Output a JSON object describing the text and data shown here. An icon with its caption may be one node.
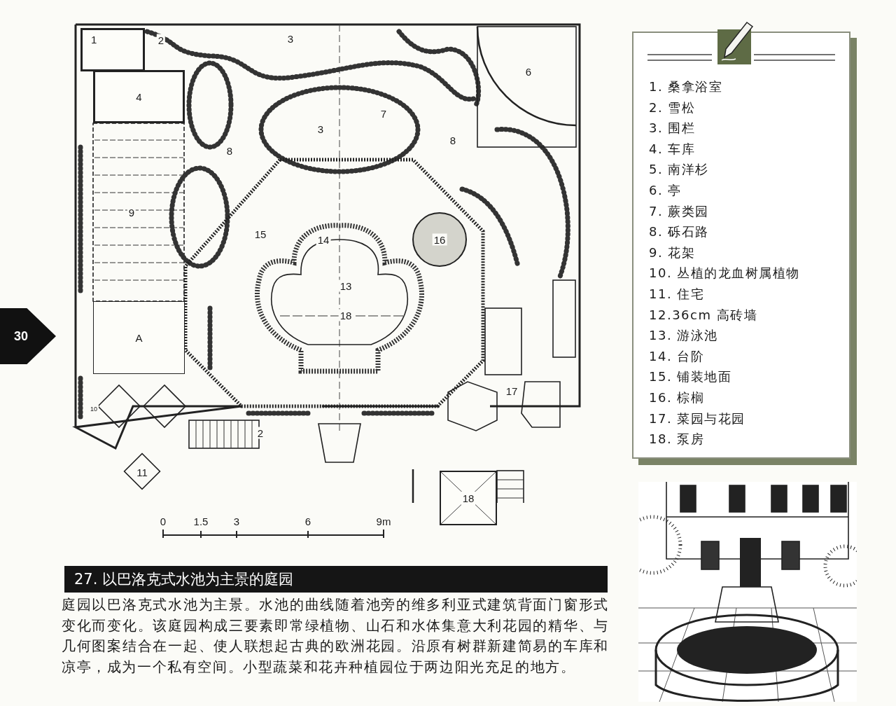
{
  "diagram": {
    "title": "27. 以巴洛克式水池为主景的庭园",
    "caption": "庭园以巴洛克式水池为主景。水池的曲线随着池旁的维多利亚式建筑背面门窗形式变化而变化。该庭园构成三要素即常绿植物、山石和水体集意大利花园的精华、与几何图案结合在一起、使人联想起古典的欧洲花园。沿原有树群新建简易的车库和凉亭，成为一个私有空间。小型蔬菜和花卉种植园位于两边阳光充足的地方。",
    "nodes": [
      {
        "text": [
          "1"
        ]
      },
      {
        "text": [
          "4"
        ]
      },
      {
        "text": [
          "A"
        ]
      },
      {
        "text": [
          "18"
        ]
      },
      {
        "text": [
          "1. 桑拿浴室",
          "2. 雪松",
          "3. 围栏",
          "4. 车库",
          "5. 南洋杉",
          "6. 亭",
          "7. 蕨类园",
          "8. 砾石路",
          "9. 花架",
          "10. 丛植的龙血树属植物",
          "11. 住宅",
          "12.36cm 高砖墙",
          "13. 游泳池",
          "14. 台阶",
          "15. 铺装地面",
          "16. 棕榈",
          "17. 菜园与花园",
          "18. 泵房"
        ]
      }
    ],
    "edges": [],
    "labels": [
      "30",
      "2",
      "3",
      "6",
      "7",
      "3",
      "8",
      "8",
      "9",
      "15",
      "14",
      "16",
      "13",
      "18",
      "17",
      "10",
      "2",
      "11",
      "0",
      "1.5",
      "3",
      "6",
      "9m"
    ]
  }
}
